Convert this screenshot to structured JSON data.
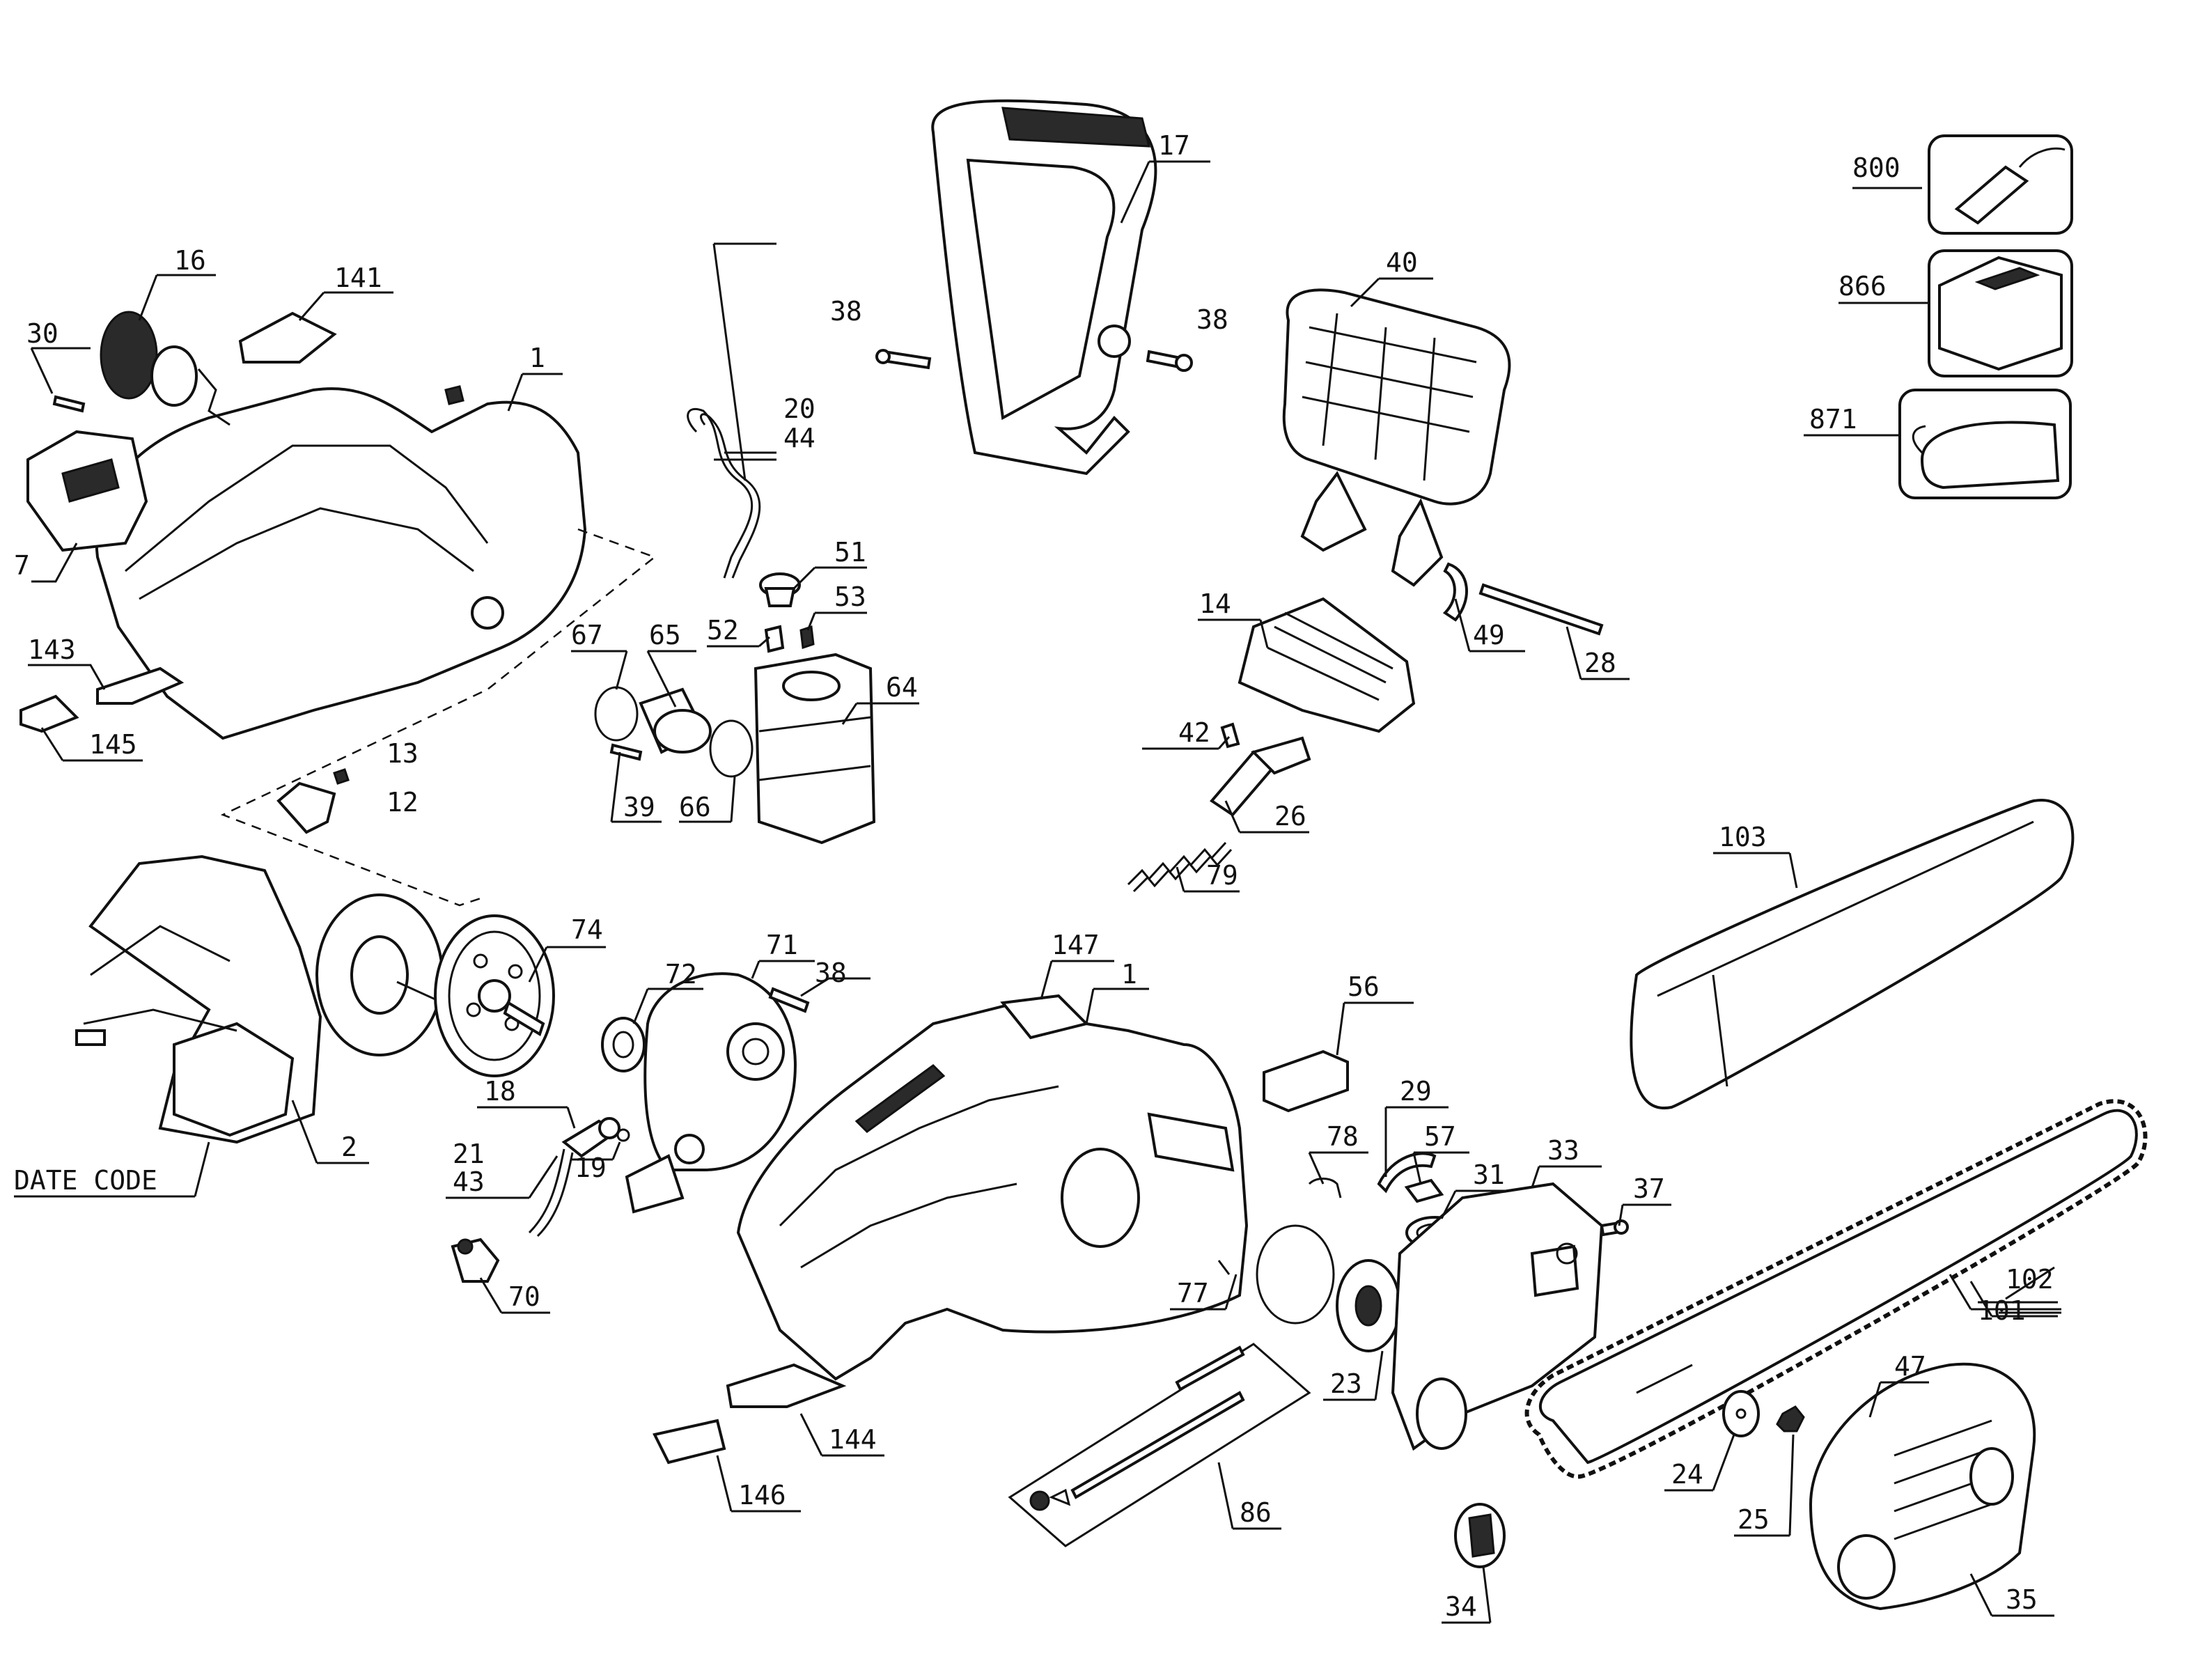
{
  "diagram": {
    "title": "Chainsaw exploded parts diagram",
    "labels": {
      "p1a": "1",
      "p1b": "1",
      "p2": "2",
      "p7": "7",
      "p12": "12",
      "p13": "13",
      "p14": "14",
      "p16": "16",
      "p17": "17",
      "p18": "18",
      "p19": "19",
      "p20": "20",
      "p21": "21",
      "p23": "23",
      "p24": "24",
      "p25": "25",
      "p26": "26",
      "p28": "28",
      "p29": "29",
      "p30": "30",
      "p31": "31",
      "p33": "33",
      "p34": "34",
      "p35": "35",
      "p37": "37",
      "p38a": "38",
      "p38b": "38",
      "p38c": "38",
      "p39": "39",
      "p40": "40",
      "p42": "42",
      "p43": "43",
      "p44": "44",
      "p47": "47",
      "p49": "49",
      "p51": "51",
      "p52": "52",
      "p53": "53",
      "p56": "56",
      "p57": "57",
      "p64": "64",
      "p65": "65",
      "p66": "66",
      "p67": "67",
      "p70": "70",
      "p71": "71",
      "p72": "72",
      "p74": "74",
      "p77": "77",
      "p78": "78",
      "p79": "79",
      "p86": "86",
      "p101": "101",
      "p102": "102",
      "p103": "103",
      "p141": "141",
      "p143": "143",
      "p144": "144",
      "p145": "145",
      "p146": "146",
      "p147": "147",
      "p800": "800",
      "p866": "866",
      "p871": "871",
      "date_code": "DATE CODE"
    }
  }
}
